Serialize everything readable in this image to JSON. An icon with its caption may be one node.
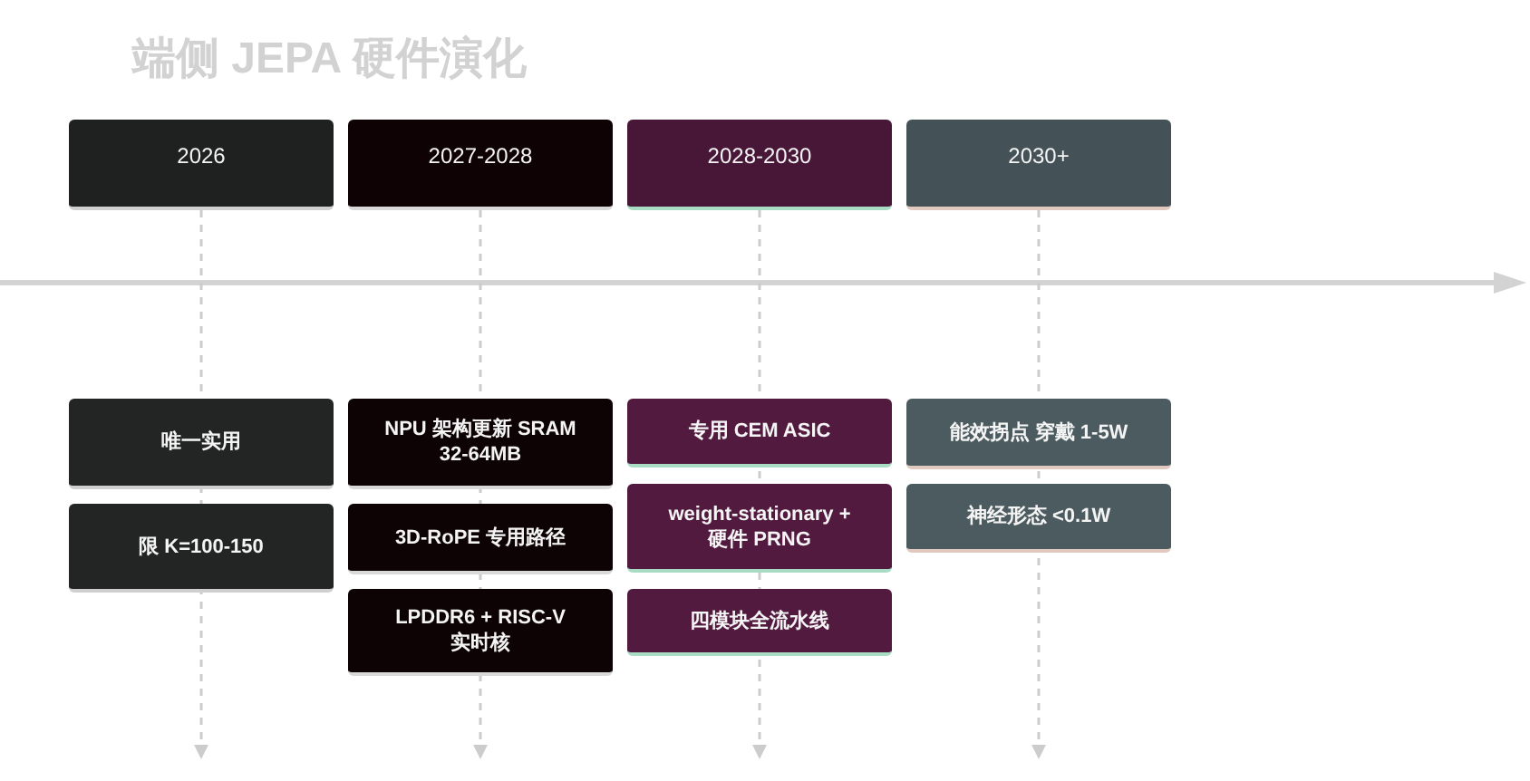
{
  "diagram": {
    "title": "端侧 JEPA 硬件演化",
    "nodes": [
      {
        "text": [
          "2026"
        ]
      },
      {
        "text": [
          "唯一实用"
        ]
      },
      {
        "text": [
          "限 K=100-150"
        ]
      },
      {
        "text": [
          "2027-2028"
        ]
      },
      {
        "text": [
          "NPU 架构更新 SRAM 32-64MB"
        ]
      },
      {
        "text": [
          "3D-RoPE 专用路径"
        ]
      },
      {
        "text": [
          "LPDDR6 + RISC-V 实时核"
        ]
      },
      {
        "text": [
          "2028-2030"
        ]
      },
      {
        "text": [
          "专用 CEM ASIC"
        ]
      },
      {
        "text": [
          "weight-stationary + 硬件 PRNG"
        ]
      },
      {
        "text": [
          "四模块全流水线"
        ]
      },
      {
        "text": [
          "2030+"
        ]
      },
      {
        "text": [
          "能效拐点 穿戴 1-5W"
        ]
      },
      {
        "text": [
          "神经形态 <0.1W"
        ]
      }
    ],
    "edges": [
      {
        "from": 0,
        "to": null,
        "arrow": "to",
        "style": "dashed"
      },
      {
        "from": 3,
        "to": null,
        "arrow": "to",
        "style": "dashed"
      },
      {
        "from": 7,
        "to": null,
        "arrow": "to",
        "style": "dashed"
      },
      {
        "from": 11,
        "to": null,
        "arrow": "to",
        "style": "dashed"
      }
    ]
  }
}
